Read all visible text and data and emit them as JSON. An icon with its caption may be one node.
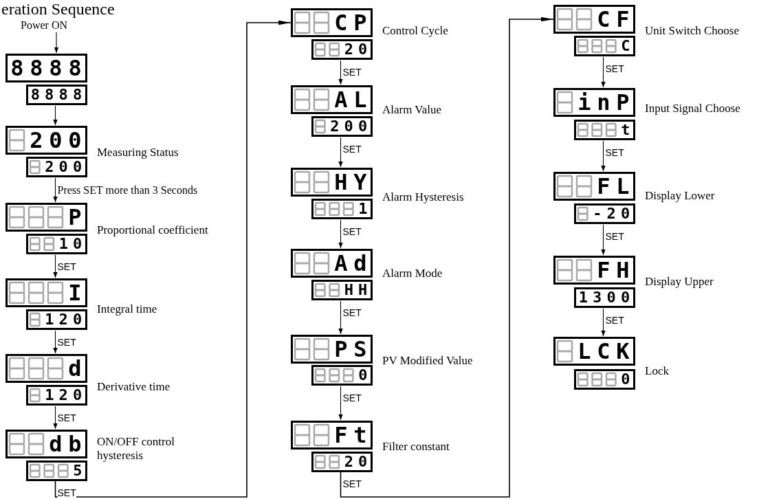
{
  "diagram": {
    "title": "eration Sequence",
    "nodes": [
      {
        "text": [
          "Power ON"
        ]
      },
      {
        "text": [
          "8888"
        ]
      },
      {
        "text": [
          "8888"
        ]
      },
      {
        "text": [
          "200"
        ],
        "beside": [
          "Measuring Status"
        ]
      },
      {
        "text": [
          "200"
        ]
      },
      {
        "text": [
          "P"
        ],
        "beside": [
          "Proportional coefficient"
        ]
      },
      {
        "text": [
          "10"
        ]
      },
      {
        "text": [
          "I"
        ],
        "beside": [
          "Integral time"
        ]
      },
      {
        "text": [
          "120"
        ]
      },
      {
        "text": [
          "d"
        ],
        "beside": [
          "Derivative time"
        ]
      },
      {
        "text": [
          "120"
        ]
      },
      {
        "text": [
          "db"
        ],
        "beside": [
          "ON/OFF control hysteresis"
        ]
      },
      {
        "text": [
          "5"
        ]
      },
      {
        "text": [
          "CP"
        ],
        "beside": [
          "Control Cycle"
        ]
      },
      {
        "text": [
          "20"
        ]
      },
      {
        "text": [
          "AL"
        ],
        "beside": [
          "Alarm Value"
        ]
      },
      {
        "text": [
          "200"
        ]
      },
      {
        "text": [
          "HY"
        ],
        "beside": [
          "Alarm Hysteresis"
        ]
      },
      {
        "text": [
          "1"
        ]
      },
      {
        "text": [
          "Ad"
        ],
        "beside": [
          "Alarm Mode"
        ]
      },
      {
        "text": [
          "HH"
        ]
      },
      {
        "text": [
          "PS"
        ],
        "beside": [
          "PV Modified Value"
        ]
      },
      {
        "text": [
          "0"
        ]
      },
      {
        "text": [
          "Ft"
        ],
        "beside": [
          "Filter constant"
        ]
      },
      {
        "text": [
          "20"
        ]
      },
      {
        "text": [
          "CF"
        ],
        "beside": [
          "Unit Switch Choose"
        ]
      },
      {
        "text": [
          "C"
        ]
      },
      {
        "text": [
          "inP"
        ],
        "beside": [
          "Input Signal Choose"
        ]
      },
      {
        "text": [
          "t"
        ]
      },
      {
        "text": [
          "FL"
        ],
        "beside": [
          "Display Lower"
        ]
      },
      {
        "text": [
          "-20"
        ]
      },
      {
        "text": [
          "FH"
        ],
        "beside": [
          "Display Upper"
        ]
      },
      {
        "text": [
          "1300"
        ]
      },
      {
        "text": [
          "LCK"
        ],
        "beside": [
          "Lock"
        ]
      },
      {
        "text": [
          "0"
        ]
      }
    ],
    "edges": [
      {
        "from": 0,
        "to": 1,
        "arrow": "to"
      },
      {
        "from": 2,
        "to": 3,
        "arrow": "to"
      },
      {
        "from": 4,
        "to": 5,
        "label": "Press SET more than 3 Seconds",
        "arrow": "to"
      },
      {
        "from": 6,
        "to": 7,
        "label": "SET",
        "arrow": "to"
      },
      {
        "from": 8,
        "to": 9,
        "label": "SET",
        "arrow": "to"
      },
      {
        "from": 10,
        "to": 11,
        "label": "SET",
        "arrow": "to"
      },
      {
        "from": 12,
        "to": 13,
        "label": "SET",
        "arrow": "to"
      },
      {
        "from": 14,
        "to": 15,
        "label": "SET",
        "arrow": "to"
      },
      {
        "from": 16,
        "to": 17,
        "label": "SET",
        "arrow": "to"
      },
      {
        "from": 18,
        "to": 19,
        "label": "SET",
        "arrow": "to"
      },
      {
        "from": 20,
        "to": 21,
        "label": "SET",
        "arrow": "to"
      },
      {
        "from": 22,
        "to": 23,
        "label": "SET",
        "arrow": "to"
      },
      {
        "from": 24,
        "to": 25,
        "label": "SET",
        "arrow": "to"
      },
      {
        "from": 26,
        "to": 27,
        "label": "SET",
        "arrow": "to"
      },
      {
        "from": 28,
        "to": 29,
        "label": "SET",
        "arrow": "to"
      },
      {
        "from": 30,
        "to": 31,
        "label": "SET",
        "arrow": "to"
      },
      {
        "from": 32,
        "to": 33,
        "label": "SET",
        "arrow": "to"
      }
    ]
  }
}
